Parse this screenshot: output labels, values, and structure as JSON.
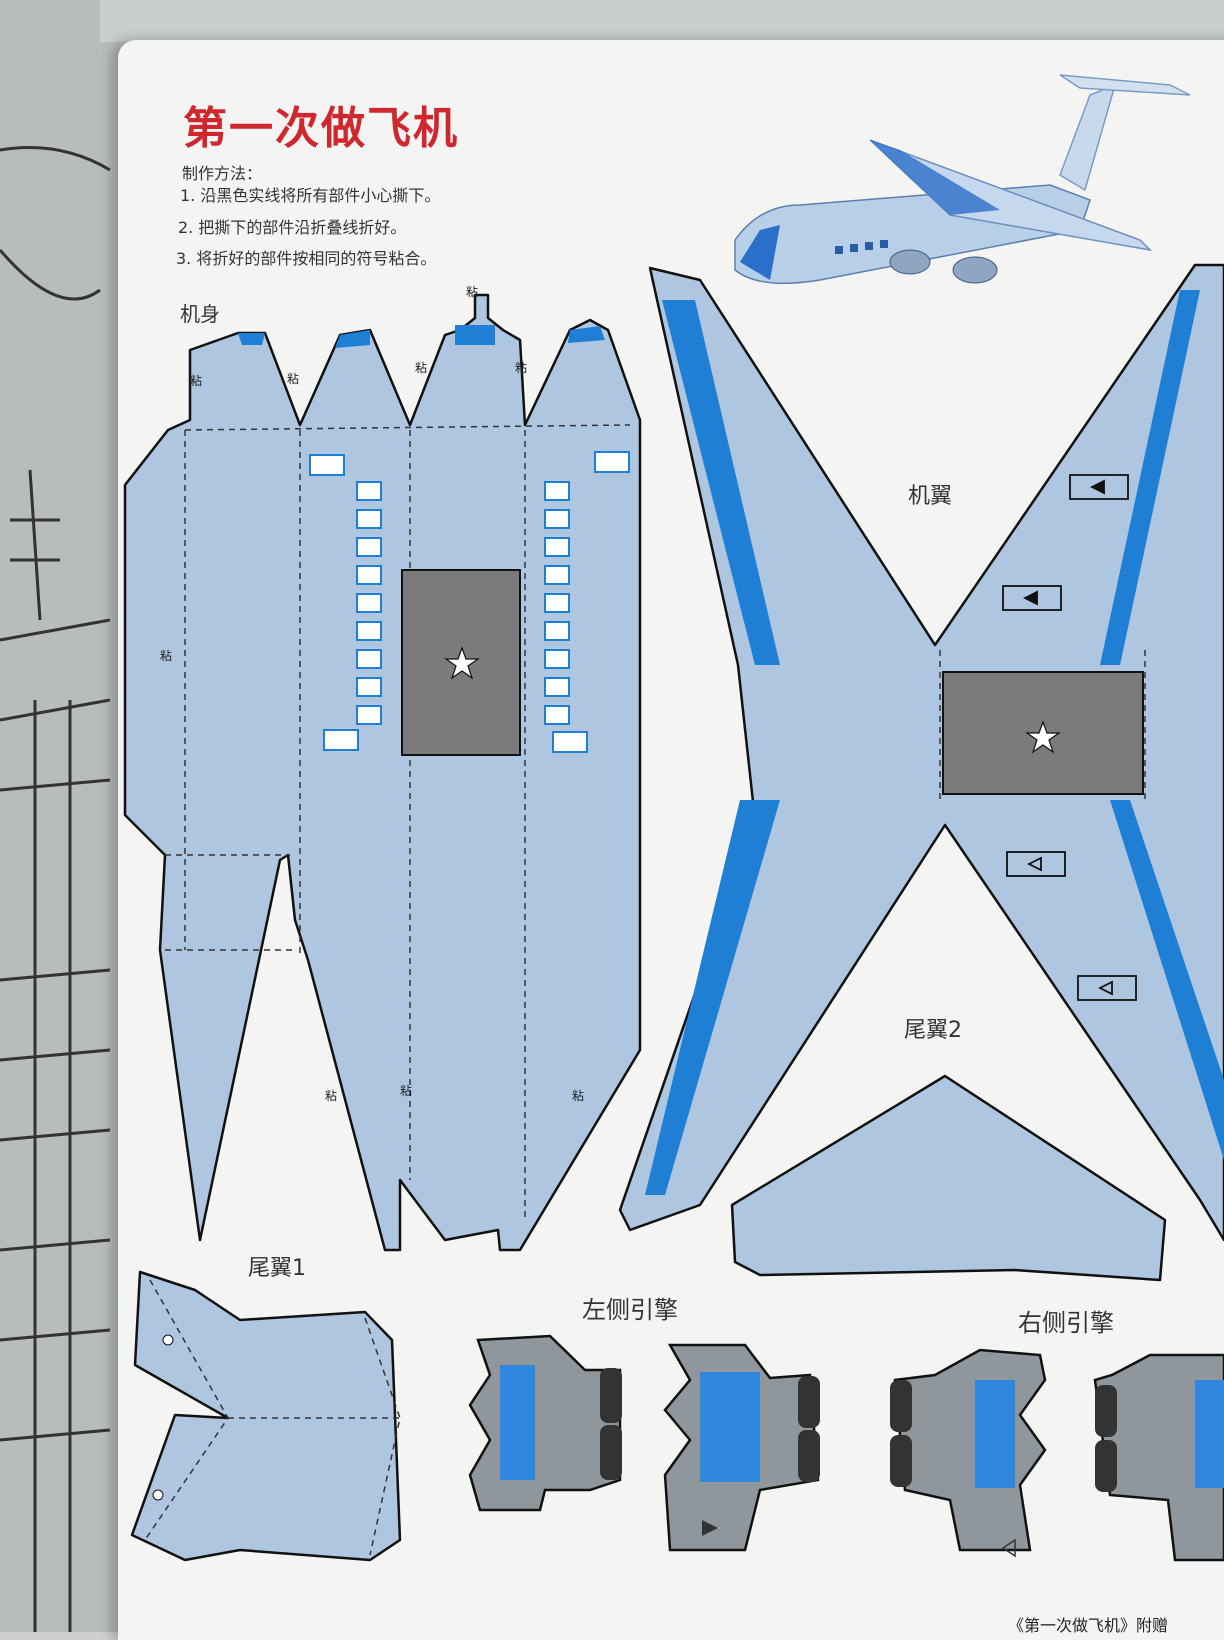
{
  "title": "第一次做飞机",
  "instructions": {
    "label": "制作方法：",
    "steps": [
      "1. 沿黑色实线将所有部件小心撕下。",
      "2. 把撕下的部件沿折叠线折好。",
      "3. 将折好的部件按相同的符号粘合。"
    ]
  },
  "parts": {
    "fuselage": "机身",
    "wing": "机翼",
    "tail_2": "尾翼2",
    "tail_1": "尾翼1",
    "left_engine": "左侧引擎",
    "right_engine": "右侧引擎"
  },
  "glue_mark": "粘",
  "footer": "《第一次做飞机》附赠",
  "colors": {
    "paper": "#f4f5f3",
    "piece_fill": "#aec6e0",
    "blue_stripe": "#1f7fd4",
    "dark_panel": "#7b7b7b",
    "engine_gray": "#8f969c",
    "title_red": "#d0262e"
  },
  "icons": [
    "star-icon",
    "triangle-arrow-icon",
    "airplane-model-illustration"
  ]
}
